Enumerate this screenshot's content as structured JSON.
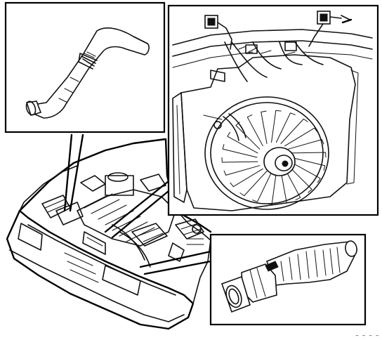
{
  "figure": {
    "panels": [
      {
        "id": "hose-detail",
        "subject": "radiator-hose"
      },
      {
        "id": "fan-detail",
        "subject": "cooling-fan-and-shroud"
      },
      {
        "id": "duct-detail",
        "subject": "air-intake-duct"
      }
    ],
    "main_view": {
      "subject": "engine-compartment"
    },
    "corner_code": "– – – –"
  }
}
